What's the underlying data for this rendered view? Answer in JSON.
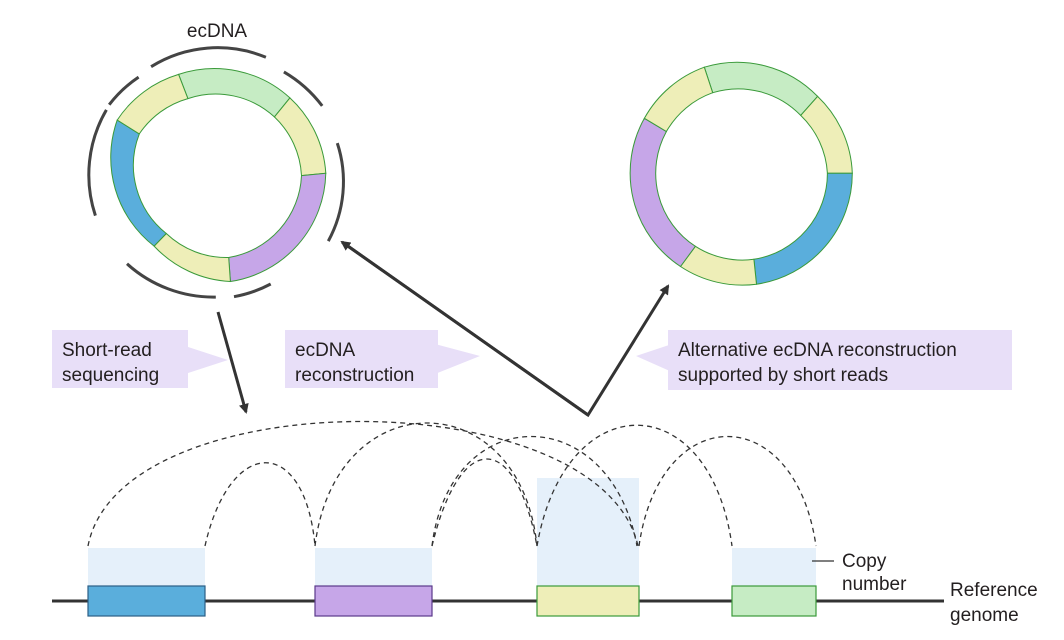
{
  "labels": {
    "ecdna_title": "ecDNA",
    "short_read_line1": "Short-read",
    "short_read_line2": "sequencing",
    "reconstruction_line1": "ecDNA",
    "reconstruction_line2": "reconstruction",
    "alternative_line1": "Alternative ecDNA reconstruction",
    "alternative_line2": "supported by short reads",
    "copy_number_line1": "Copy",
    "copy_number_line2": "number",
    "reference_line1": "Reference",
    "reference_line2": "genome"
  },
  "colors": {
    "blue": "#5aaedc",
    "purple": "#c6a6e8",
    "yellow": "#eeeeb8",
    "green": "#c6ecc4",
    "copy_number_shading": "#e5f0fa",
    "callout_box": "#e8dff8",
    "line": "#333333"
  },
  "segments": [
    {
      "name": "blue",
      "copy_number": "low"
    },
    {
      "name": "purple",
      "copy_number": "low"
    },
    {
      "name": "yellow",
      "copy_number": "high"
    },
    {
      "name": "green",
      "copy_number": "low"
    }
  ]
}
